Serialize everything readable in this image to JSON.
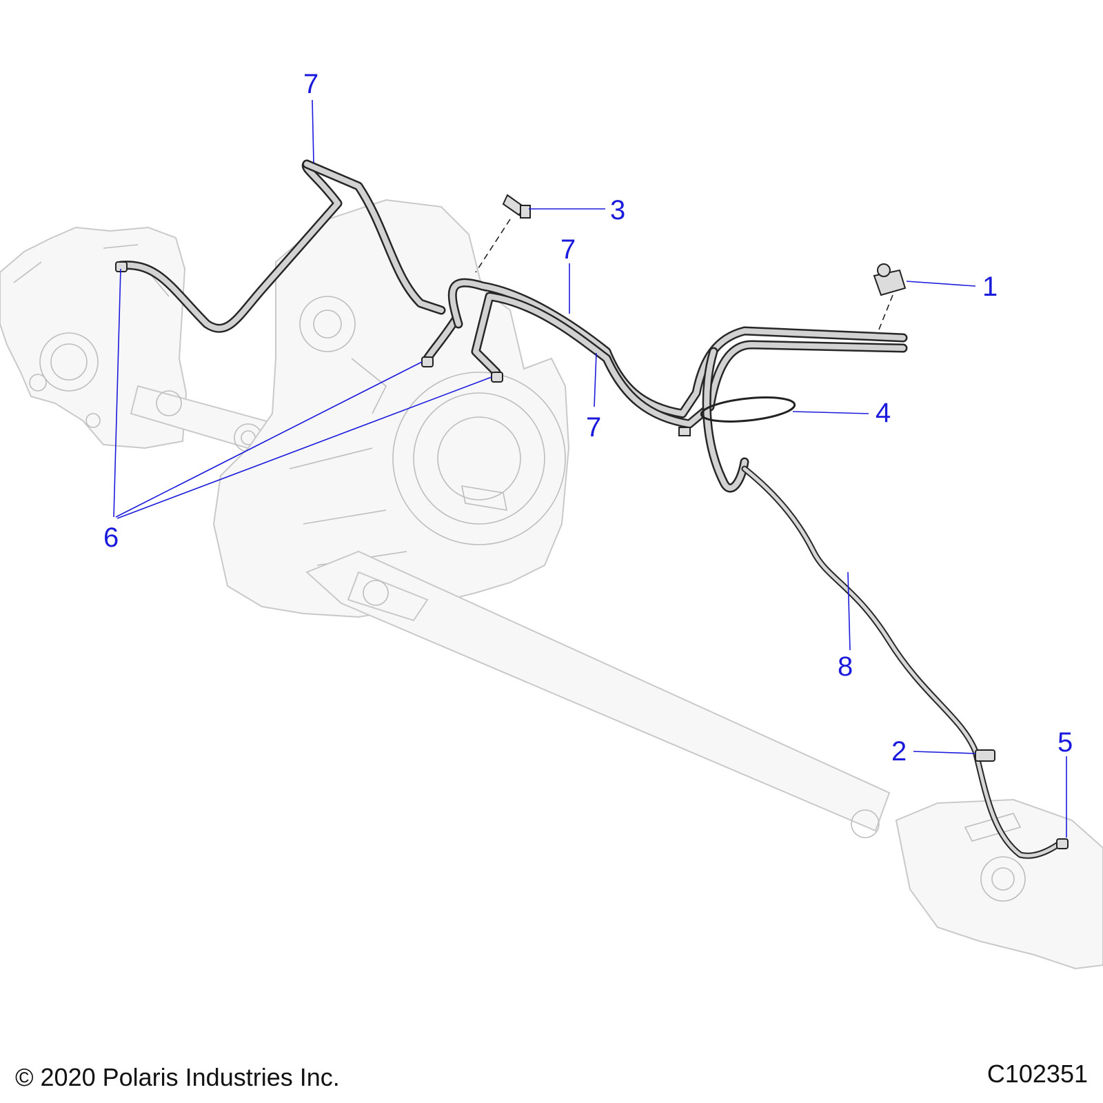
{
  "callouts": {
    "c1": "1",
    "c2": "2",
    "c3": "3",
    "c4": "4",
    "c5": "5",
    "c6": "6",
    "c7a": "7",
    "c7b": "7",
    "c7c": "7",
    "c8": "8"
  },
  "footer": {
    "copyright": "© 2020 Polaris Industries Inc.",
    "figure_id": "C102351"
  },
  "colors": {
    "callout": "#1a1adc",
    "hose": "#262626",
    "background": "#ffffff"
  }
}
